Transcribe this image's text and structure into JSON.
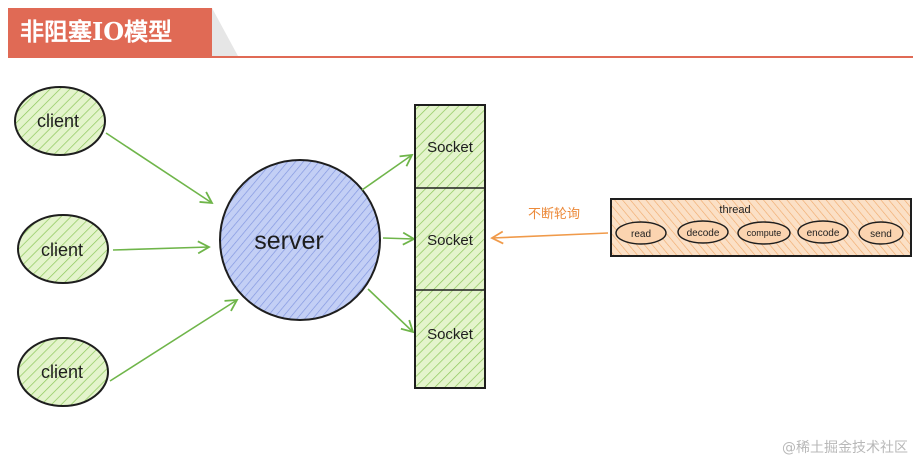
{
  "title": "非阻塞IO模型",
  "clients": [
    "client",
    "client",
    "client"
  ],
  "server_label": "server",
  "sockets": [
    "Socket",
    "Socket",
    "Socket"
  ],
  "polling_label": "不断轮询",
  "thread": {
    "label": "thread",
    "steps": [
      "read",
      "decode",
      "compute",
      "encode",
      "send"
    ]
  },
  "watermark": "@稀土掘金技术社区",
  "colors": {
    "title_bg": "#e06a55",
    "client_fill": "#d8efb0",
    "server_fill": "#a9b9ef",
    "socket_fill": "#cfeeb0",
    "thread_fill": "#f8c8a0",
    "arrow_green": "#6fb54a",
    "arrow_orange": "#f09a4a"
  }
}
